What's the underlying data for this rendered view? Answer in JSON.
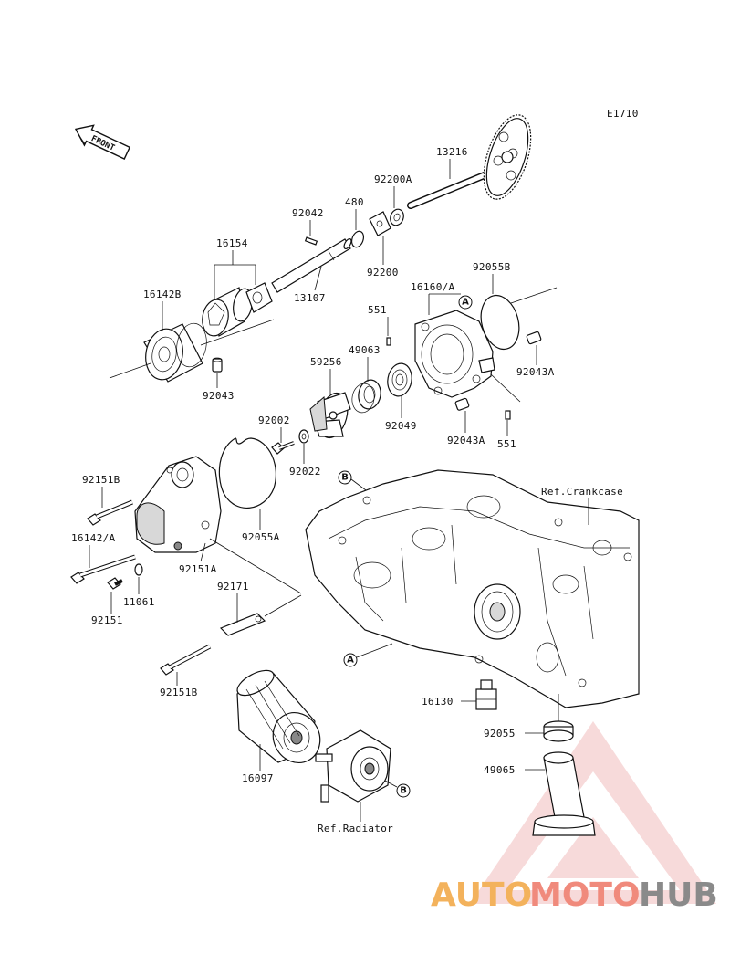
{
  "diagram_code": "E1710",
  "front_label": "FRONT",
  "parts": [
    {
      "id": "p13216",
      "label": "13216"
    },
    {
      "id": "p92200A",
      "label": "92200A"
    },
    {
      "id": "p480",
      "label": "480"
    },
    {
      "id": "p92042",
      "label": "92042"
    },
    {
      "id": "p92200",
      "label": "92200"
    },
    {
      "id": "p16154",
      "label": "16154"
    },
    {
      "id": "p13107",
      "label": "13107"
    },
    {
      "id": "p16142B",
      "label": "16142B"
    },
    {
      "id": "p92043",
      "label": "92043"
    },
    {
      "id": "p16160A",
      "label": "16160/A"
    },
    {
      "id": "p92055B",
      "label": "92055B"
    },
    {
      "id": "p551a",
      "label": "551"
    },
    {
      "id": "p49063",
      "label": "49063"
    },
    {
      "id": "p59256",
      "label": "59256"
    },
    {
      "id": "p92043A_1",
      "label": "92043A"
    },
    {
      "id": "p92049",
      "label": "92049"
    },
    {
      "id": "p92043A_2",
      "label": "92043A"
    },
    {
      "id": "p551b",
      "label": "551"
    },
    {
      "id": "p92002",
      "label": "92002"
    },
    {
      "id": "p92022",
      "label": "92022"
    },
    {
      "id": "p92055A",
      "label": "92055A"
    },
    {
      "id": "p92151A",
      "label": "92151A"
    },
    {
      "id": "p92151B_1",
      "label": "92151B"
    },
    {
      "id": "p16142A",
      "label": "16142/A"
    },
    {
      "id": "p11061",
      "label": "11061"
    },
    {
      "id": "p92151",
      "label": "92151"
    },
    {
      "id": "p92171",
      "label": "92171"
    },
    {
      "id": "p92151B_2",
      "label": "92151B"
    },
    {
      "id": "p16130",
      "label": "16130"
    },
    {
      "id": "p92055",
      "label": "92055"
    },
    {
      "id": "p49065",
      "label": "49065"
    },
    {
      "id": "p16097",
      "label": "16097"
    }
  ],
  "references": {
    "crankcase": "Ref.Crankcase",
    "radiator": "Ref.Radiator"
  },
  "callouts": {
    "a": "A",
    "b": "B"
  },
  "watermark": {
    "auto": "AUTO",
    "moto": "MOTO",
    "hub": "HUB"
  }
}
